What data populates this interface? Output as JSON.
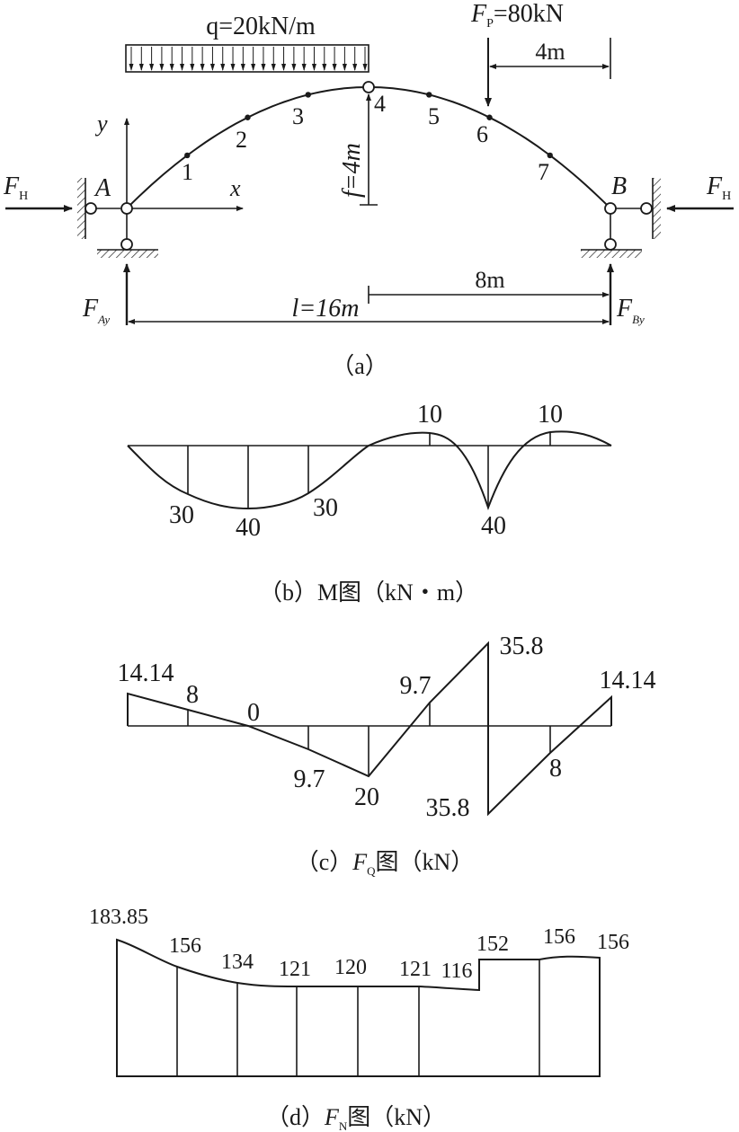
{
  "panel_a": {
    "load_q": "q=20kN/m",
    "load_fp": "FP=80kN",
    "dim_4m": "4m",
    "dim_f": "f=4m",
    "dim_8m": "8m",
    "dim_l": "l=16m",
    "axis_x": "x",
    "axis_y": "y",
    "support_a": "A",
    "support_b": "B",
    "force_h_left": "FH",
    "force_h_right": "FH",
    "force_ay": "FAy",
    "force_by": "FBy",
    "points": [
      "1",
      "2",
      "3",
      "4",
      "5",
      "6",
      "7"
    ],
    "caption": "（a）"
  },
  "panel_b": {
    "labels": [
      "30",
      "40",
      "30",
      "10",
      "40",
      "10"
    ],
    "caption": "（b）M图（kN・m）"
  },
  "panel_c": {
    "labels": [
      "14.14",
      "8",
      "0",
      "9.7",
      "20",
      "9.7",
      "35.8",
      "35.8",
      "8",
      "14.14"
    ],
    "caption": "（c）FQ图（kN）"
  },
  "panel_d": {
    "labels": [
      "183.85",
      "156",
      "134",
      "121",
      "120",
      "121",
      "116",
      "152",
      "156",
      "156"
    ],
    "caption": "（d）FN图（kN）"
  }
}
